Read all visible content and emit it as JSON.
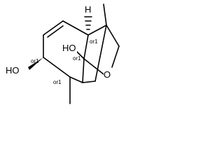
{
  "atoms": {
    "h_top": "H",
    "ho_center": "HO",
    "ho_left": "HO",
    "o_ring": "O"
  },
  "stereo": {
    "c_top": "or1",
    "c_center": "or1",
    "c_left": "or1",
    "c_bridge": "or1"
  }
}
